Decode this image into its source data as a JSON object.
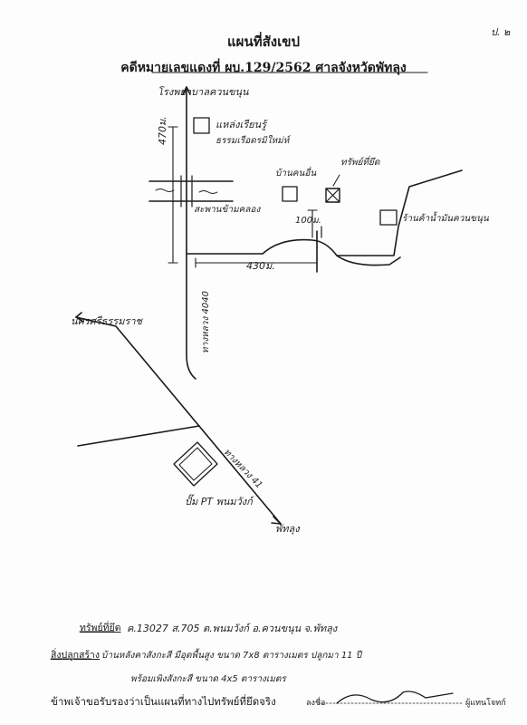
{
  "page_number": "ป. ๒",
  "title": "แผนที่สังเขป",
  "subtitle": "คดีหมายเลขแดงที่ ผบ.129/2562 ศาลจังหวัดพัทลุง",
  "map": {
    "top_road_label": "โรงพยาบาลควนขนุน",
    "market_label_1": "แหล่งเรียนรู้",
    "market_label_2": "ธรรมเรือดรมิใหม่ห์",
    "distance_470": "470ม.",
    "canal_label": "สะพานข้ามคลอง",
    "house_label": "บ้านคนอื่น",
    "property_label": "ทรัพย์ที่ยึด",
    "distance_100": "100ม.",
    "shop_label": "ร้านค้าน้ำมันควนขนุน",
    "distance_430": "430ม.",
    "road_4040": "ทางหลวง 4040",
    "nakhon_label": "นครศรีธรรมราช",
    "highway_41": "ทางหลวง 41",
    "pt_label": "ปั๊ม PT พนมวังก์",
    "phatthalung_label": "พัทลุง"
  },
  "footer": {
    "asset_label": "ทรัพย์ที่ยึด",
    "asset_value": "ค.13027 ส.705 ต.พนมวังก์ อ.ควนขนุน จ.พัทลุง",
    "building_label": "สิ่งปลูกสร้าง",
    "building_line1": "บ้านหลังคาสังกะสี มีอุดพื้นสูง ขนาด 7x8 ตารางเมตร ปลูกมา 11 ปี",
    "building_line2": "พร้อมเพิงสังกะสี ขนาด 4x5 ตารางเมตร",
    "certify": "ข้าพเจ้าขอรับรองว่าเป็นแผนที่ทางไปทรัพย์ที่ยึดจริง",
    "sign_label": "ลงชื่อ",
    "signer_role": "ผู้แทนโจทก์"
  }
}
